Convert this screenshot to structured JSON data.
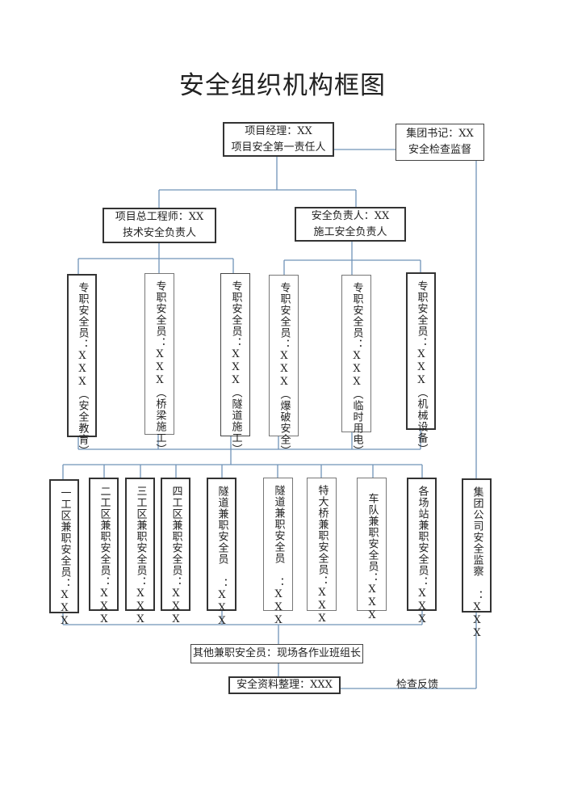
{
  "title": "安全组织机构框图",
  "top": {
    "manager": {
      "line1": "项目经理：XX",
      "line2": "项目安全第一责任人"
    },
    "secretary": {
      "line1": "集团书记：XX",
      "line2": "安全检查监督"
    }
  },
  "second": {
    "chief_engineer": {
      "line1": "项目总工程师：XX",
      "line2": "技术安全负责人"
    },
    "safety_head": {
      "line1": "安全负责人：XX",
      "line2": "施工安全负责人"
    }
  },
  "full_time": [
    {
      "text": "专职安全员：XXX（安全教育）"
    },
    {
      "text": "专职安全员：XXX（桥梁施工）"
    },
    {
      "text": "专职安全员：XXX（隧道施工）"
    },
    {
      "text": "专职安全员：XXX（爆破安全）"
    },
    {
      "text": "专职安全员：XXX（临时用电）"
    },
    {
      "text": "专职安全员：XXX（机械设备）"
    }
  ],
  "part_time": [
    {
      "text": "一工区兼职安全员：XXX"
    },
    {
      "text": "二工区兼职安全员：XXX"
    },
    {
      "text": "三工区兼职安全员：XXX"
    },
    {
      "text": "四工区兼职安全员：XXX"
    },
    {
      "text": "隧道兼职安全员 ：XXX"
    },
    {
      "text": "隧道兼职安全员 ：XXX"
    },
    {
      "text": "特大桥兼职安全员：XXX"
    },
    {
      "text": "车队兼职安全员：XXX"
    },
    {
      "text": "各场站兼职安全员：XXX"
    }
  ],
  "group_supervision": {
    "text": "集团公司安全监察 ：XXX"
  },
  "other_part_time": {
    "text": "其他兼职安全员：现场各作业班组长"
  },
  "records": {
    "text": "安全资料整理：XXX"
  },
  "feedback_label": "检查反馈",
  "colors": {
    "connector": "#6f93b8",
    "border": "#444444"
  }
}
